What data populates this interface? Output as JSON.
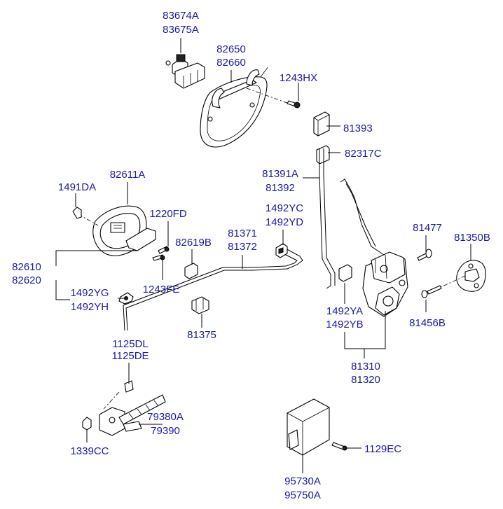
{
  "callouts": [
    {
      "id": "c1",
      "lines": [
        "83674A",
        "83675A"
      ]
    },
    {
      "id": "c2",
      "lines": [
        "82650",
        "82660"
      ]
    },
    {
      "id": "c3",
      "lines": [
        "1243HX"
      ]
    },
    {
      "id": "c4",
      "lines": [
        "81393"
      ]
    },
    {
      "id": "c5",
      "lines": [
        "82317C"
      ]
    },
    {
      "id": "c6",
      "lines": [
        "81391A",
        "81392"
      ]
    },
    {
      "id": "c7",
      "lines": [
        "82611A"
      ]
    },
    {
      "id": "c8",
      "lines": [
        "1491DA"
      ]
    },
    {
      "id": "c9",
      "lines": [
        "1220FD"
      ]
    },
    {
      "id": "c10",
      "lines": [
        "1492YC",
        "1492YD"
      ]
    },
    {
      "id": "c11",
      "lines": [
        "81371",
        "81372"
      ]
    },
    {
      "id": "c12",
      "lines": [
        "82619B"
      ]
    },
    {
      "id": "c13",
      "lines": [
        "81477"
      ]
    },
    {
      "id": "c14",
      "lines": [
        "81350B"
      ]
    },
    {
      "id": "c15",
      "lines": [
        "82610",
        "82620"
      ]
    },
    {
      "id": "c16",
      "lines": [
        "1243FE"
      ]
    },
    {
      "id": "c17",
      "lines": [
        "1492YG",
        "1492YH"
      ]
    },
    {
      "id": "c18",
      "lines": [
        "81375"
      ]
    },
    {
      "id": "c19",
      "lines": [
        "1492YA",
        "1492YB"
      ]
    },
    {
      "id": "c20",
      "lines": [
        "81456B"
      ]
    },
    {
      "id": "c21",
      "lines": [
        "81310",
        "81320"
      ]
    },
    {
      "id": "c22",
      "lines": [
        "1125DL",
        "1125DE"
      ]
    },
    {
      "id": "c23",
      "lines": [
        "79380A",
        "79390"
      ]
    },
    {
      "id": "c24",
      "lines": [
        "1339CC"
      ]
    },
    {
      "id": "c25",
      "lines": [
        "1129EC"
      ]
    },
    {
      "id": "c26",
      "lines": [
        "95730A",
        "95750A"
      ]
    }
  ]
}
